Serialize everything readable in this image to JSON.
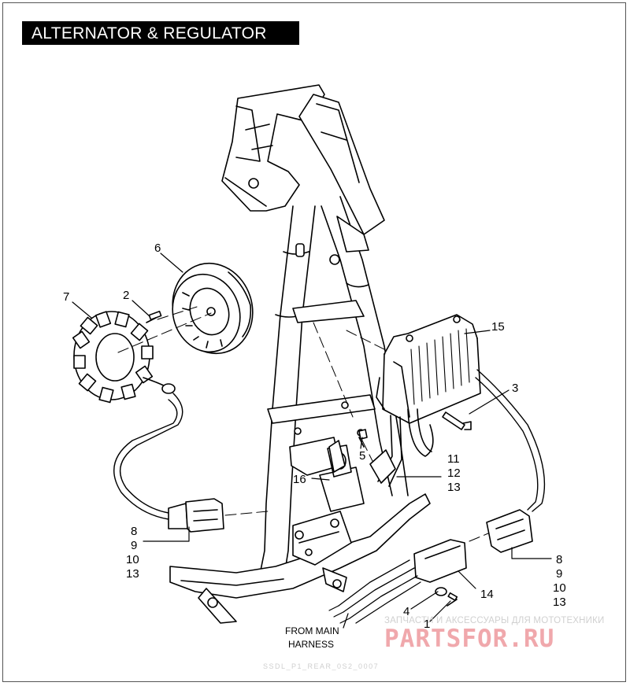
{
  "title": "ALTERNATOR & REGULATOR",
  "callouts": {
    "c1": "1",
    "c2": "2",
    "c3": "3",
    "c4": "4",
    "c5": "5",
    "c6": "6",
    "c7": "7",
    "c8a": "8",
    "c9a": "9",
    "c10a": "10",
    "c13a": "13",
    "c8b": "8",
    "c9b": "9",
    "c10b": "10",
    "c13b": "13",
    "c11": "11",
    "c12": "12",
    "c13c": "13",
    "c14": "14",
    "c15": "15",
    "c16": "16"
  },
  "harness_note": {
    "line1": "FROM MAIN",
    "line2": "HARNESS"
  },
  "watermark": {
    "tagline": "ЗАПЧАСТИ И АКСЕССУАРЫ ДЛЯ МОТОТЕХНИКИ",
    "brand": "PARTSFOR.RU",
    "code": "SSDL_P1_REAR_0S2_0007"
  },
  "colors": {
    "ink": "#000000",
    "title_bg": "#000000",
    "title_fg": "#ffffff",
    "watermark_brand": "#f0a8ac"
  }
}
